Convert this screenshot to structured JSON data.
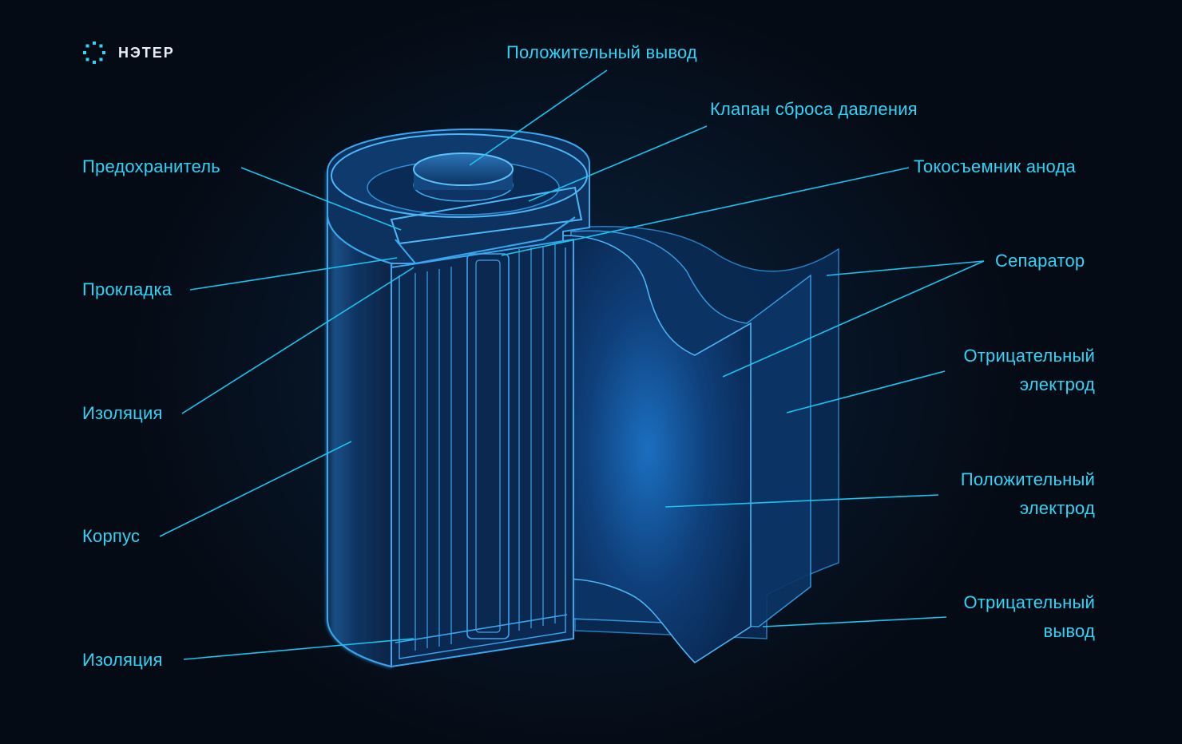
{
  "brand": {
    "name": "НЭТЕР",
    "logo_icon": "dotted-ring-logo-icon"
  },
  "colors": {
    "background": "#050b15",
    "label": "#2ed3f5",
    "leader_line": "#19c4ee",
    "battery_glow": "#1f8fe0"
  },
  "labels": {
    "positive_terminal": "Положительный вывод",
    "pressure_valve": "Клапан сброса давления",
    "fuse": "Предохранитель",
    "anode_collector": "Токосъемник анода",
    "gasket": "Прокладка",
    "separator": "Сепаратор",
    "insulation_top": "Изоляция",
    "negative_electrode_1": "Отрицательный",
    "negative_electrode_2": "электрод",
    "case": "Корпус",
    "positive_electrode_1": "Положительный",
    "positive_electrode_2": "электрод",
    "insulation_bottom": "Изоляция",
    "negative_terminal_1": "Отрицательный",
    "negative_terminal_2": "вывод"
  }
}
